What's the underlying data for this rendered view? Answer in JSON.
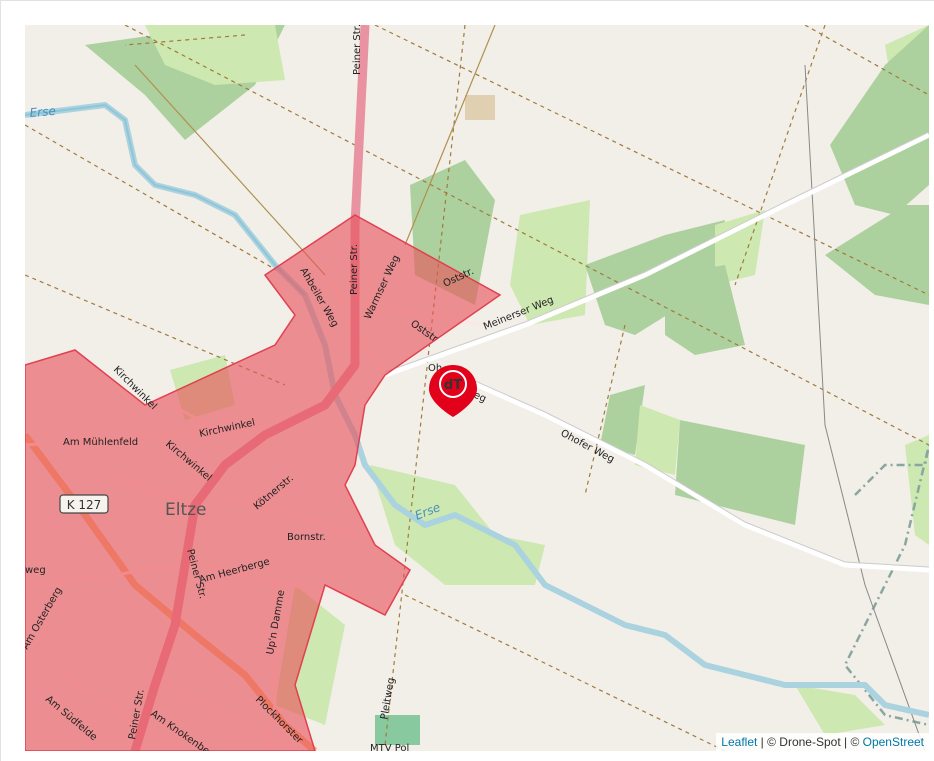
{
  "map": {
    "town_label": "Eltze",
    "road_shield": "K 127",
    "river_labels": [
      "Erse",
      "Erse"
    ],
    "street_labels": {
      "peiner_north": "Peiner Str.",
      "peiner_mid": "Peiner Str.",
      "peiner_south": "Peiner Str.",
      "ahbeiler": "Ahbeiler Weg",
      "warmser": "Warmser Weg",
      "oststr": "Oststr.",
      "oststr2": "Oststr",
      "meinerser": "Meinerser Weg",
      "ohofer": "Ohofer Weg",
      "ohofer_partial": "Oh",
      "ohofer_partial2": "eg",
      "kirchwinkel_a": "Kirchwinkel",
      "kirchwinkel_b": "Kirchwinkel",
      "kirchwinkel_c": "Kirchwinkel",
      "muehlenfeld": "Am Mühlenfeld",
      "koetnerstr": "Kötnerstr.",
      "bornstr": "Bornstr.",
      "heerberge": "Am Heerberge",
      "updamme": "Up'n Damme",
      "osterberg": "Am Osterberg",
      "suedfelde": "Am Südfelde",
      "knokenberg": "Am Knokenberg",
      "plockhorster": "Plockhorster",
      "pleitweg": "Pleitweg",
      "weg": "weg",
      "mtv": "MTV Pol"
    },
    "marker_icon": "drone-spot-marker-icon",
    "marker_text": "dT",
    "colors": {
      "zone_fill": "#e8535a",
      "zone_stroke": "#e04050",
      "marker": "#e2001a",
      "background": "#f2efe9",
      "water": "#aad3df",
      "forest": "#add19e",
      "meadow": "#c8e6a8",
      "primary_road": "#e892a2",
      "secondary_road": "#f7b377"
    }
  },
  "attribution": {
    "leaflet": "Leaflet",
    "sep1": " | © Drone-Spot | © ",
    "osm": "OpenStreet"
  }
}
